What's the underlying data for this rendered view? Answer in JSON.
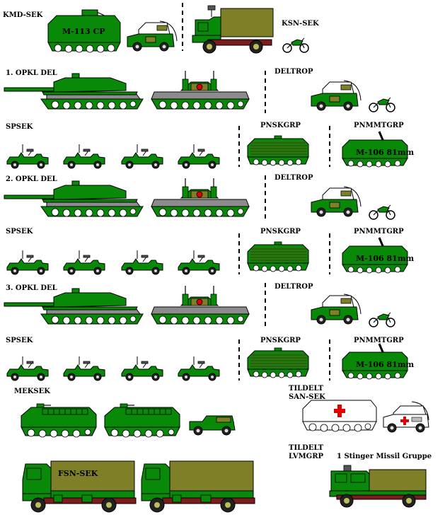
{
  "colors": {
    "green": "#088a08",
    "dark_green": "#046404",
    "olive": "#7f7f28",
    "maroon": "#7d1c1c",
    "grey": "#8c8c8c",
    "red": "#e00000",
    "outline": "#000000",
    "white": "#ffffff"
  },
  "sections": {
    "kmd": "KMD-SEK",
    "ksn": "KSN-SEK",
    "opkl1": "1. OPKL  DEL",
    "opkl2": "2. OPKL  DEL",
    "opkl3": "3. OPKL  DEL",
    "deltrop1": "DELTROP",
    "deltrop2": "DELTROP",
    "deltrop3": "DELTROP",
    "spsek1": "SPSEK",
    "spsek2": "SPSEK",
    "spsek3": "SPSEK",
    "pnskgrp1": "PNSKGRP",
    "pnskgrp2": "PNSKGRP",
    "pnskgrp3": "PNSKGRP",
    "pnmmtgrp1": "PNMMTGRP",
    "pnmmtgrp2": "PNMMTGRP",
    "pnmmtgrp3": "PNMMTGRP",
    "meksek": "MEKSEK",
    "tildelt_san_1": "TILDELT",
    "tildelt_san_2": "SAN-SEK",
    "tildelt_lvm_1": "TILDELT",
    "tildelt_lvm_2": "LVMGRP",
    "stinger": "1 Stinger Missil Gruppe"
  },
  "vehicle_labels": {
    "m113_cp": "M-113 CP",
    "m106_1": "M-106 81mm",
    "m106_2": "M-106 81mm",
    "m106_3": "M-106 81mm",
    "fsn_sek": "FSN-SEK"
  },
  "icons": {
    "tank": "main-battle-tank-icon",
    "aa_tank": "anti-aircraft-tank-icon",
    "jeep": "jeep-icon",
    "radio_jeep": "radio-jeep-icon",
    "apc": "armored-personnel-carrier-icon",
    "mortar": "mortar-carrier-icon",
    "truck": "cargo-truck-icon",
    "motorcycle": "motorcycle-icon",
    "ambulance": "ambulance-icon",
    "medical_apc": "medical-apc-icon",
    "engineer_apc": "engineer-apc-icon",
    "pickup": "pickup-truck-icon",
    "stinger_truck": "stinger-truck-icon"
  }
}
